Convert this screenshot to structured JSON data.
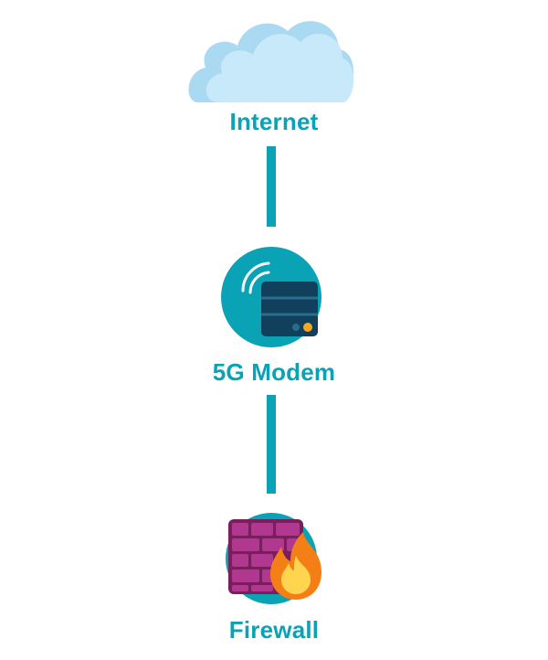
{
  "colors": {
    "accent": "#0aa2b5",
    "cloud_light": "#c8e9f9",
    "cloud_dark": "#a9daf2",
    "modem_body": "#10405c",
    "modem_line": "#2a6d8a",
    "modem_led": "#f5a623",
    "brick": "#b0388f",
    "brick_dark": "#7a1f5d",
    "flame_outer": "#f57f17",
    "flame_inner": "#ffd54f",
    "white": "#ffffff"
  },
  "nodes": [
    {
      "label": "Internet",
      "icon": "cloud-icon"
    },
    {
      "label": "5G Modem",
      "icon": "modem-icon"
    },
    {
      "label": "Firewall",
      "icon": "firewall-icon"
    }
  ]
}
